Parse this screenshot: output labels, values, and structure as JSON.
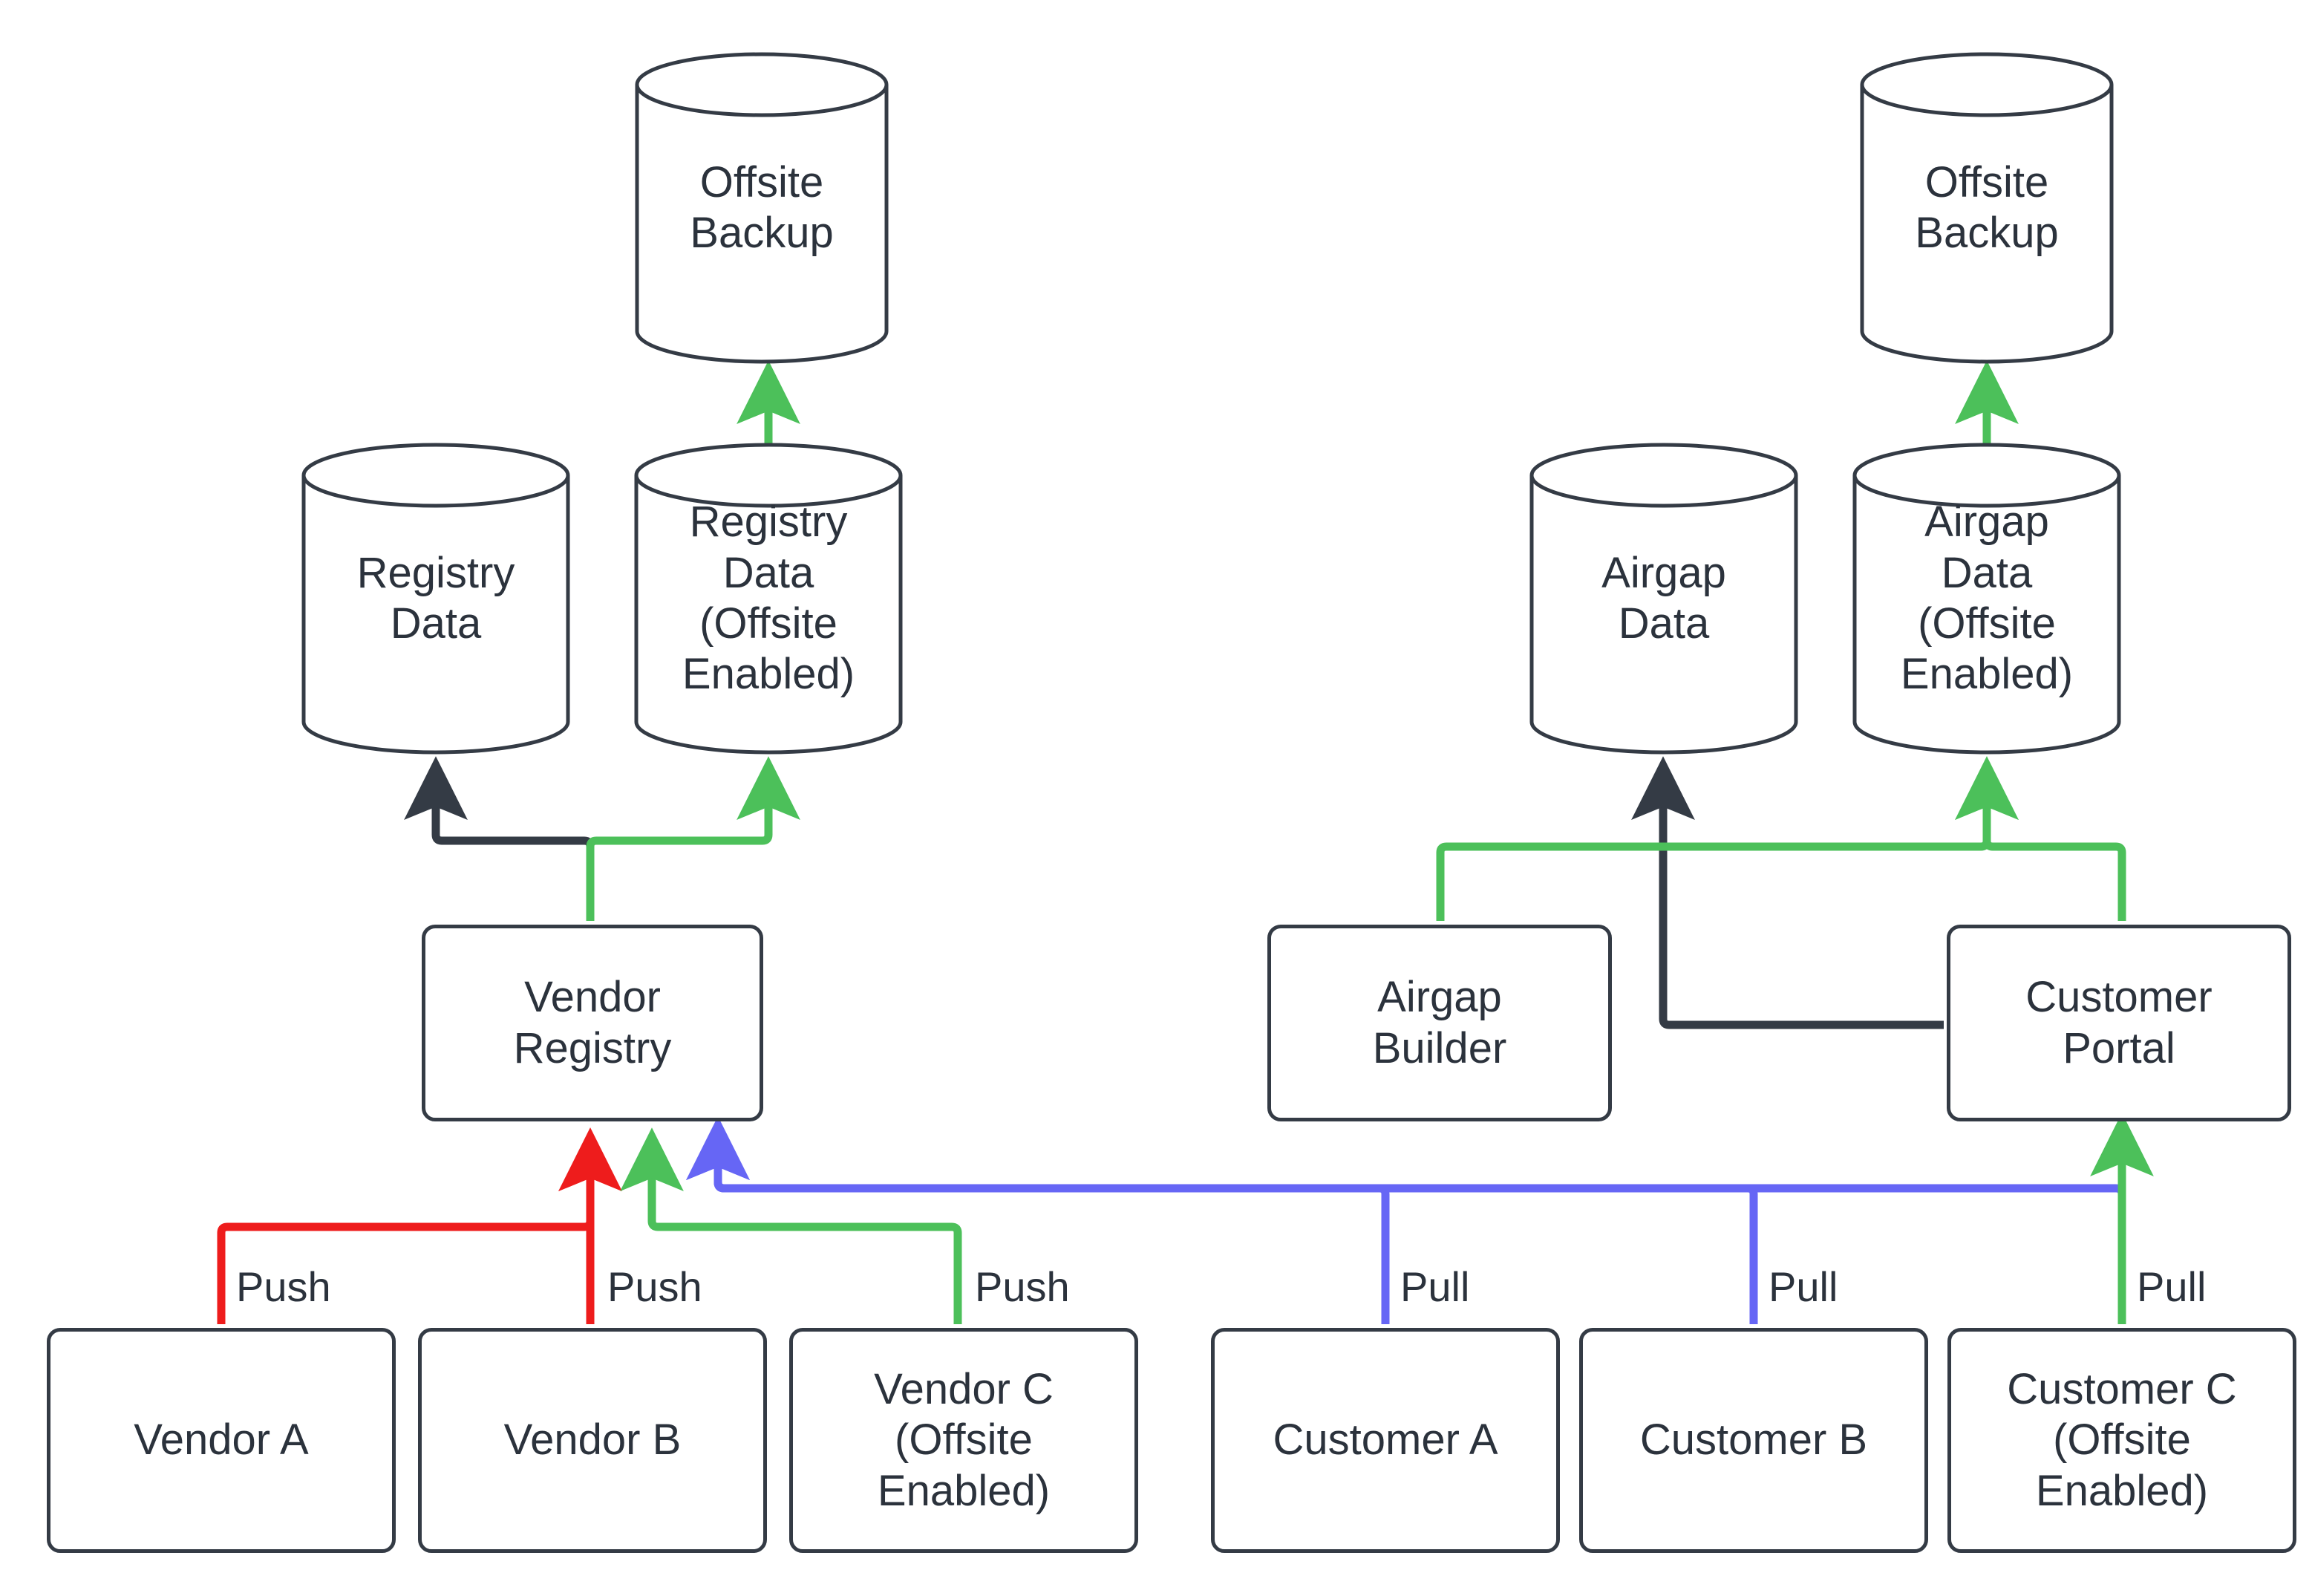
{
  "diagram": {
    "title": "Registry and Airgap Replication Flow",
    "background": "#ffffff",
    "colors": {
      "node_stroke": "#343b45",
      "node_fill": "#ffffff",
      "text": "#2b323c",
      "edge_default": "#343b45",
      "edge_push_red": "#ee1c1c",
      "edge_offsite_green": "#4cc05a",
      "edge_pull_blue": "#6666f5"
    }
  },
  "nodes": {
    "offsite_backup_left": {
      "label_line1": "Offsite",
      "label_line2": "Backup",
      "shape": "cylinder"
    },
    "offsite_backup_right": {
      "label_line1": "Offsite",
      "label_line2": "Backup",
      "shape": "cylinder"
    },
    "registry_data": {
      "label_line1": "Registry",
      "label_line2": "Data",
      "shape": "cylinder"
    },
    "registry_data_offsite": {
      "label_line1": "Registry",
      "label_line2": "Data",
      "label_line3": "(Offsite",
      "label_line4": "Enabled)",
      "shape": "cylinder"
    },
    "airgap_data": {
      "label_line1": "Airgap",
      "label_line2": "Data",
      "shape": "cylinder"
    },
    "airgap_data_offsite": {
      "label_line1": "Airgap",
      "label_line2": "Data",
      "label_line3": "(Offsite",
      "label_line4": "Enabled)",
      "shape": "cylinder"
    },
    "vendor_registry": {
      "label_line1": "Vendor",
      "label_line2": "Registry",
      "shape": "box"
    },
    "airgap_builder": {
      "label_line1": "Airgap",
      "label_line2": "Builder",
      "shape": "box"
    },
    "customer_portal": {
      "label_line1": "Customer",
      "label_line2": "Portal",
      "shape": "box"
    },
    "vendor_a": {
      "label_line1": "Vendor A",
      "shape": "box"
    },
    "vendor_b": {
      "label_line1": "Vendor B",
      "shape": "box"
    },
    "vendor_c": {
      "label_line1": "Vendor C",
      "label_line2": "(Offsite",
      "label_line3": "Enabled)",
      "shape": "box"
    },
    "customer_a": {
      "label_line1": "Customer A",
      "shape": "box"
    },
    "customer_b": {
      "label_line1": "Customer B",
      "shape": "box"
    },
    "customer_c": {
      "label_line1": "Customer C",
      "label_line2": "(Offsite",
      "label_line3": "Enabled)",
      "shape": "box"
    }
  },
  "edge_labels": {
    "push_vendor_a": "Push",
    "push_vendor_b": "Push",
    "push_vendor_c": "Push",
    "pull_customer_a": "Pull",
    "pull_customer_b": "Pull",
    "pull_customer_c": "Pull"
  },
  "edges": [
    {
      "from": "registry_data_offsite",
      "to": "offsite_backup_left",
      "color": "#4cc05a",
      "label": ""
    },
    {
      "from": "vendor_registry",
      "to": "registry_data",
      "color": "#343b45",
      "label": ""
    },
    {
      "from": "vendor_registry",
      "to": "registry_data_offsite",
      "color": "#4cc05a",
      "label": ""
    },
    {
      "from": "vendor_a",
      "to": "vendor_registry",
      "color": "#ee1c1c",
      "label": "Push"
    },
    {
      "from": "vendor_b",
      "to": "vendor_registry",
      "color": "#ee1c1c",
      "label": "Push"
    },
    {
      "from": "vendor_c",
      "to": "vendor_registry",
      "color": "#4cc05a",
      "label": "Push"
    },
    {
      "from": "airgap_data_offsite",
      "to": "offsite_backup_right",
      "color": "#4cc05a",
      "label": ""
    },
    {
      "from": "customer_portal",
      "to": "airgap_data",
      "color": "#343b45",
      "label": ""
    },
    {
      "from": "airgap_builder",
      "to": "airgap_data_offsite",
      "color": "#4cc05a",
      "label": ""
    },
    {
      "from": "customer_portal",
      "to": "airgap_data_offsite",
      "color": "#4cc05a",
      "label": ""
    },
    {
      "from": "customer_a",
      "to": "vendor_registry",
      "color": "#6666f5",
      "label": "Pull"
    },
    {
      "from": "customer_b",
      "to": "vendor_registry",
      "color": "#6666f5",
      "label": "Pull"
    },
    {
      "from": "customer_c",
      "to": "customer_portal",
      "color": "#4cc05a",
      "label": "Pull"
    },
    {
      "from": "customer_c",
      "to": "vendor_registry",
      "color": "#6666f5",
      "label": "Pull"
    }
  ]
}
